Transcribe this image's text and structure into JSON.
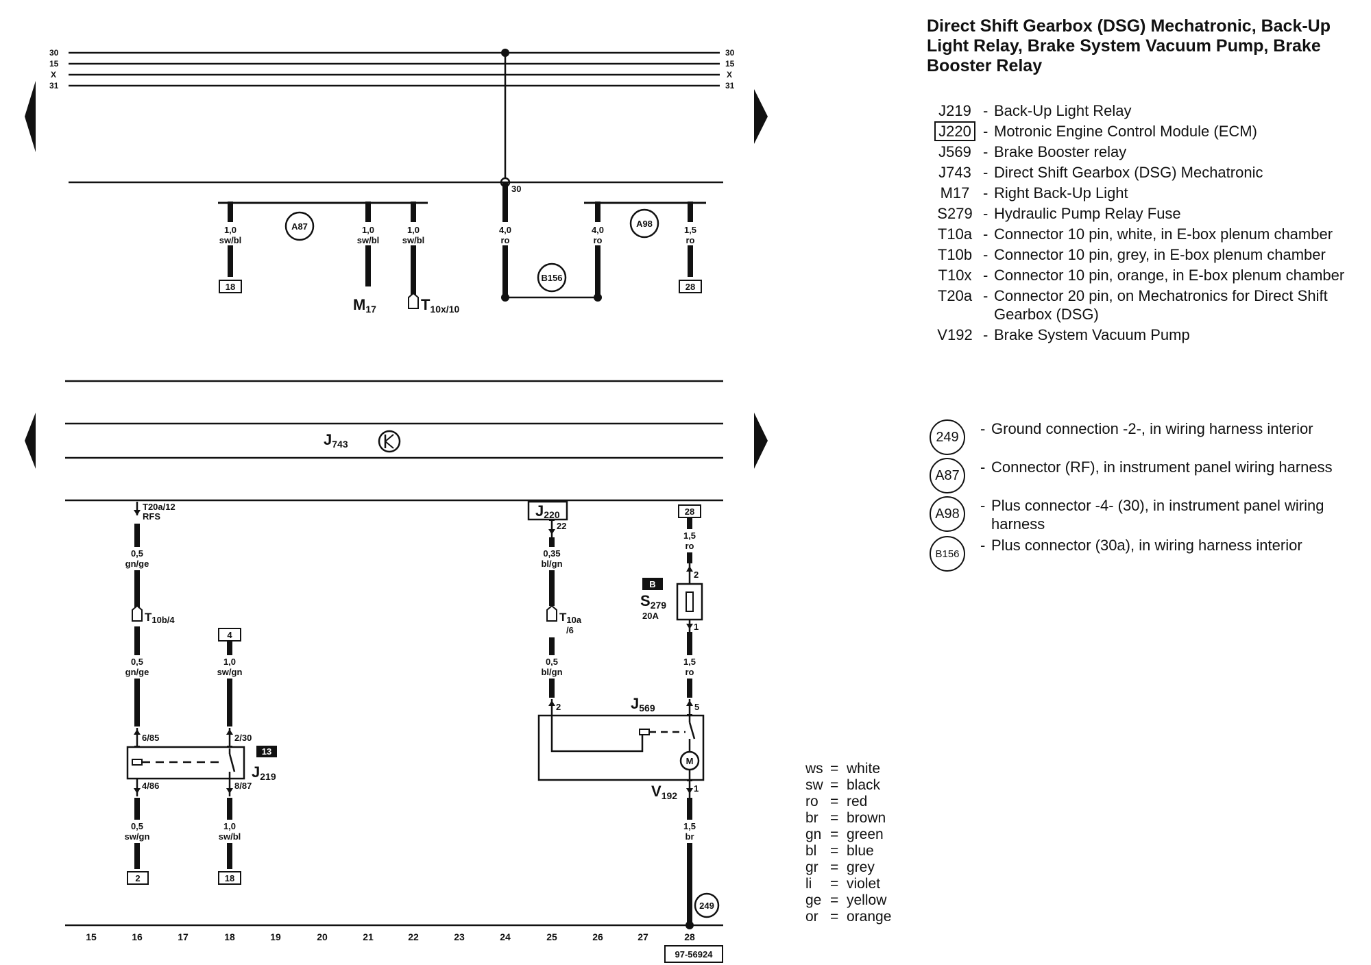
{
  "title": "Direct Shift Gearbox (DSG) Mechatronic, Back-Up Light Relay, Brake System Vacuum Pump, Brake Booster Relay",
  "rails": [
    "30",
    "15",
    "X",
    "31"
  ],
  "columns": [
    "15",
    "16",
    "17",
    "18",
    "19",
    "20",
    "21",
    "22",
    "23",
    "24",
    "25",
    "26",
    "27",
    "28"
  ],
  "reference_number": "97-56924",
  "top_section": {
    "bus_label_30": "30",
    "connector_A87": "A87",
    "connector_A98": "A98",
    "connector_B156": "B156",
    "wire_c18": {
      "size": "1,0",
      "color": "sw/bl",
      "ref": "18"
    },
    "wire_c21": {
      "size": "1,0",
      "color": "sw/bl"
    },
    "wire_c22": {
      "size": "1,0",
      "color": "sw/bl"
    },
    "wire_c24": {
      "size": "4,0",
      "color": "ro"
    },
    "wire_c26": {
      "size": "4,0",
      "color": "ro"
    },
    "wire_c28": {
      "size": "1,5",
      "color": "ro",
      "ref": "28"
    },
    "comp_M": "M",
    "comp_M_sub": "17",
    "comp_T": "T",
    "comp_T_sub": "10x/10"
  },
  "module_J743": {
    "label": "J",
    "sub": "743"
  },
  "bottom_section": {
    "c16_top_label1": "T20a/12",
    "c16_top_label2": "RFS",
    "c16_wire1": {
      "size": "0,5",
      "color": "gn/ge"
    },
    "c16_conn": "T",
    "c16_conn_sub": "10b/4",
    "c16_wire2": {
      "size": "0,5",
      "color": "gn/ge"
    },
    "c16_pin_top": "6/85",
    "c16_pin_bot": "4/86",
    "c16_wire3": {
      "size": "0,5",
      "color": "sw/gn"
    },
    "c16_ref": "2",
    "c18_ref_top": "4",
    "c18_wire1": {
      "size": "1,0",
      "color": "sw/gn"
    },
    "c18_pin_top": "2/30",
    "c18_pin_bot": "8/87",
    "c18_wire2": {
      "size": "1,0",
      "color": "sw/bl"
    },
    "c18_ref": "18",
    "relay_J219": "J",
    "relay_J219_sub": "219",
    "relay_tag": "13",
    "ecm_label": "J",
    "ecm_sub": "220",
    "ecm_pin": "22",
    "c25_wire1": {
      "size": "0,35",
      "color": "bl/gn"
    },
    "c25_conn": "T",
    "c25_conn_sub": "10a",
    "c25_conn_pin": "/6",
    "c25_wire2": {
      "size": "0,5",
      "color": "bl/gn"
    },
    "c25_pin": "2",
    "c28_ref_top": "28",
    "c28_wire1": {
      "size": "1,5",
      "color": "ro"
    },
    "fuse_tag": "B",
    "fuse_label": "S",
    "fuse_sub": "279",
    "fuse_rating": "20A",
    "fuse_pin_top": "2",
    "fuse_pin_bot": "1",
    "c28_wire2": {
      "size": "1,5",
      "color": "ro"
    },
    "c28_pin5": "5",
    "relay_J569": "J",
    "relay_J569_sub": "569",
    "motor_symbol": "M",
    "pump_label": "V",
    "pump_sub": "192",
    "pump_pin": "1",
    "c28_wire3": {
      "size": "1,5",
      "color": "br"
    },
    "ground_249": "249"
  },
  "legend": [
    {
      "code": "J219",
      "boxed": false,
      "text": "Back-Up Light Relay"
    },
    {
      "code": "J220",
      "boxed": true,
      "text": "Motronic Engine Control Module (ECM)"
    },
    {
      "code": "J569",
      "boxed": false,
      "text": "Brake Booster relay"
    },
    {
      "code": "J743",
      "boxed": false,
      "text": "Direct Shift Gearbox (DSG) Mechatronic"
    },
    {
      "code": "M17",
      "boxed": false,
      "text": "Right Back-Up Light"
    },
    {
      "code": "S279",
      "boxed": false,
      "text": "Hydraulic Pump Relay Fuse"
    },
    {
      "code": "T10a",
      "boxed": false,
      "text": "Connector 10 pin, white, in E-box plenum chamber"
    },
    {
      "code": "T10b",
      "boxed": false,
      "text": "Connector 10 pin, grey, in E-box plenum chamber"
    },
    {
      "code": "T10x",
      "boxed": false,
      "text": "Connector 10 pin, orange, in E-box plenum chamber"
    },
    {
      "code": "T20a",
      "boxed": false,
      "text": "Connector 20 pin, on Mechatronics for Direct Shift Gearbox (DSG)"
    },
    {
      "code": "V192",
      "boxed": false,
      "text": "Brake System Vacuum Pump"
    }
  ],
  "grounds": [
    {
      "code": "249",
      "text": "Ground connection -2-, in wiring harness interior"
    },
    {
      "code": "A87",
      "text": "Connector (RF), in instrument panel wiring harness"
    },
    {
      "code": "A98",
      "text": "Plus connector -4- (30), in instrument panel wiring harness"
    },
    {
      "code": "B156",
      "text": "Plus connector (30a), in wiring harness interior"
    }
  ],
  "color_codes": [
    {
      "abbr": "ws",
      "name": "white"
    },
    {
      "abbr": "sw",
      "name": "black"
    },
    {
      "abbr": "ro",
      "name": "red"
    },
    {
      "abbr": "br",
      "name": "brown"
    },
    {
      "abbr": "gn",
      "name": "green"
    },
    {
      "abbr": "bl",
      "name": "blue"
    },
    {
      "abbr": "gr",
      "name": "grey"
    },
    {
      "abbr": "li",
      "name": "violet"
    },
    {
      "abbr": "ge",
      "name": "yellow"
    },
    {
      "abbr": "or",
      "name": "orange"
    }
  ]
}
